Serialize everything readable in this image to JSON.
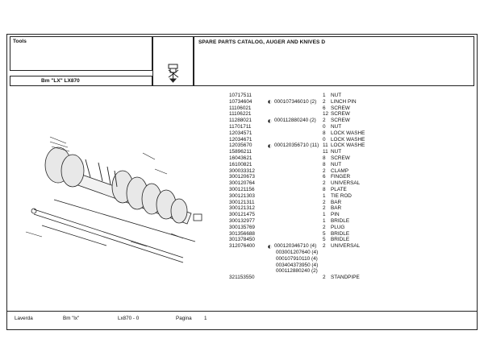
{
  "header": {
    "tools_label": "Tools",
    "model_label": "Bm \"LX\" LX870",
    "catalog_title": "SPARE PARTS CATALOG,  AUGER AND KNIVES D"
  },
  "parts": [
    {
      "code": "10717511",
      "ref": "",
      "qty": "1",
      "desc": "NUT"
    },
    {
      "code": "10734604",
      "ref": "000107346010  (2)",
      "qty": "2",
      "desc": "LINCH PIN"
    },
    {
      "code": "11106021",
      "ref": "",
      "qty": "6",
      "desc": "SCREW"
    },
    {
      "code": "11106221",
      "ref": "",
      "qty": "12",
      "desc": "SCREW"
    },
    {
      "code": "11288021",
      "ref": "000112880240  (2)",
      "qty": "2",
      "desc": "SCREW"
    },
    {
      "code": "11701711",
      "ref": "",
      "qty": "0",
      "desc": "NUT"
    },
    {
      "code": "12034571",
      "ref": "",
      "qty": "8",
      "desc": "LOCK WASHE"
    },
    {
      "code": "12034671",
      "ref": "",
      "qty": "0",
      "desc": "LOCK WASHE"
    },
    {
      "code": "12035670",
      "ref": "000120356710  (11)",
      "qty": "11",
      "desc": "LOCK WASHE"
    },
    {
      "code": "15896211",
      "ref": "",
      "qty": "11",
      "desc": "NUT"
    },
    {
      "code": "16043621",
      "ref": "",
      "qty": "8",
      "desc": "SCREW"
    },
    {
      "code": "16100821",
      "ref": "",
      "qty": "8",
      "desc": "NUT"
    },
    {
      "code": "300033312",
      "ref": "",
      "qty": "2",
      "desc": "CLAMP"
    },
    {
      "code": "300120673",
      "ref": "",
      "qty": "6",
      "desc": "FINGER"
    },
    {
      "code": "300120764",
      "ref": "",
      "qty": "2",
      "desc": "UNIVERSAL"
    },
    {
      "code": "300121156",
      "ref": "",
      "qty": "8",
      "desc": "PLATE"
    },
    {
      "code": "300121303",
      "ref": "",
      "qty": "1",
      "desc": "TIE ROD"
    },
    {
      "code": "300121311",
      "ref": "",
      "qty": "2",
      "desc": "BAR"
    },
    {
      "code": "300121312",
      "ref": "",
      "qty": "2",
      "desc": "BAR"
    },
    {
      "code": "300121475",
      "ref": "",
      "qty": "1",
      "desc": "PIN"
    },
    {
      "code": "300132977",
      "ref": "",
      "qty": "1",
      "desc": "BRIDLE"
    },
    {
      "code": "300135769",
      "ref": "",
      "qty": "2",
      "desc": "PLUG"
    },
    {
      "code": "301356688",
      "ref": "",
      "qty": "5",
      "desc": "BRIDLE"
    },
    {
      "code": "301378450",
      "ref": "",
      "qty": "5",
      "desc": "BRIDLE"
    },
    {
      "code": "312076400",
      "ref": "000120346710  (4)",
      "qty": "2",
      "desc": "UNIVERSAL"
    }
  ],
  "subrefs": [
    "003001207640  (4)",
    "000107910110  (4)",
    "003404373950  (4)",
    "000112880240  (2)"
  ],
  "last_part": {
    "code": "321153550",
    "qty": "2",
    "desc": "STANDPIPE"
  },
  "footer": {
    "brand": "Laverda",
    "model": "Bm \"lx\"",
    "code": "Lx870 - 0",
    "page_label": "Pagina",
    "page_number": "1"
  }
}
